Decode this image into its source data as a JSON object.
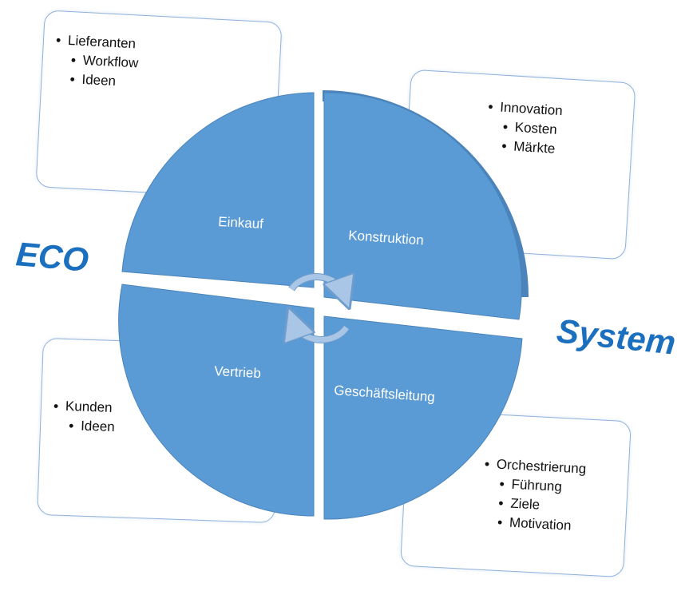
{
  "cards": {
    "top_left": {
      "items": [
        {
          "text": "Lieferanten",
          "level": 0
        },
        {
          "text": "Workflow",
          "level": 1
        },
        {
          "text": "Ideen",
          "level": 1
        }
      ]
    },
    "top_right": {
      "items": [
        {
          "text": "Innovation",
          "level": 0
        },
        {
          "text": "Kosten",
          "level": 1
        },
        {
          "text": "Märkte",
          "level": 1
        }
      ]
    },
    "bottom_left": {
      "items": [
        {
          "text": "Kunden",
          "level": 0
        },
        {
          "text": "Ideen",
          "level": 1
        }
      ]
    },
    "bottom_right": {
      "items": [
        {
          "text": "Orchestrierung",
          "level": 0
        },
        {
          "text": "Führung",
          "level": 1
        },
        {
          "text": "Ziele",
          "level": 1
        },
        {
          "text": "Motivation",
          "level": 1
        }
      ]
    }
  },
  "quadrants": {
    "top_left": "Einkauf",
    "top_right": "Konstruktion",
    "bottom_left": "Vertrieb",
    "bottom_right": "Geschäftsleitung"
  },
  "labels": {
    "left": "ECO",
    "right": "System"
  },
  "colors": {
    "quadrant_fill": "#5b9bd5",
    "quadrant_side": "#4a84bb",
    "card_border": "#8fb2dc",
    "side_label": "#1a6fbf",
    "cycle_arrow": "#a9c6e6"
  }
}
